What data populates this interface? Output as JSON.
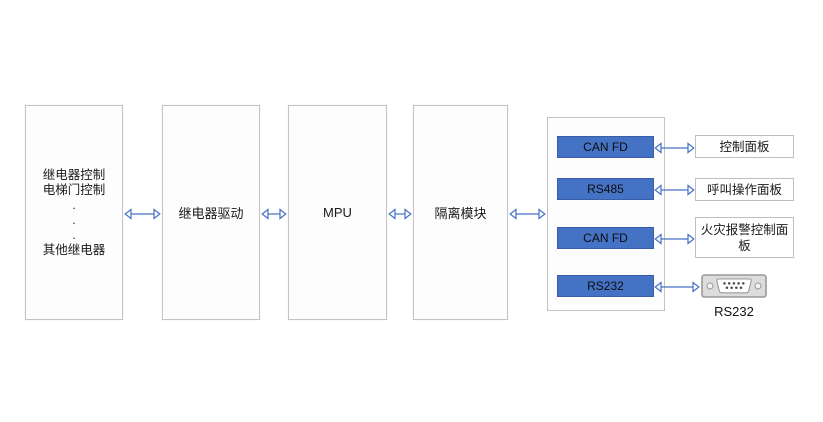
{
  "diagram": {
    "background": "#ffffff",
    "colors": {
      "port_fill": "#4472C4",
      "port_border": "#3A5DA8",
      "arrow": "#4472C4",
      "box_border": "#C3C3C3"
    },
    "relay_box": {
      "lines": [
        "继电器控制",
        "电梯门控制"
      ],
      "ellipsis": [
        ".",
        ".",
        "."
      ],
      "bottom_line": "其他继电器"
    },
    "nodes": [
      {
        "label": "继电器驱动"
      },
      {
        "label": "MPU"
      },
      {
        "label": "隔离模块"
      }
    ],
    "ports": [
      {
        "label": "CAN FD"
      },
      {
        "label": "RS485"
      },
      {
        "label": "CAN FD"
      },
      {
        "label": "RS232"
      }
    ],
    "peripherals": [
      {
        "label": "控制面板"
      },
      {
        "label": "呼叫操作面板"
      },
      {
        "label": "火灾报警控制面板"
      }
    ],
    "connector": {
      "icon": "db9-serial-connector",
      "label": "RS232"
    }
  }
}
